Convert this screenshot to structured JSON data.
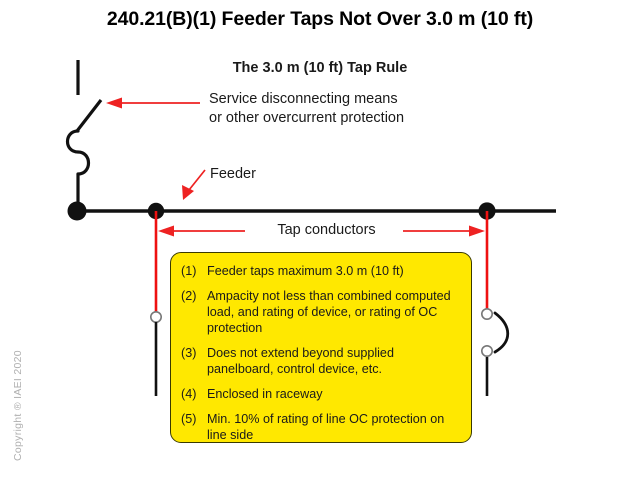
{
  "slide": {
    "title": "240.21(B)(1) Feeder Taps Not Over 3.0 m (10 ft)",
    "subtitle": "The 3.0 m (10 ft) Tap Rule",
    "copyright": "Copyright ® IAEI 2020",
    "background_color": "#ffffff"
  },
  "labels": {
    "service_disconnect": "Service disconnecting means\nor other overcurrent protection",
    "feeder": "Feeder",
    "tap_conductors": "Tap conductors"
  },
  "rules_box": {
    "fill_color": "#FFE800",
    "border_color": "#3a3a00",
    "items": [
      {
        "number": "(1)",
        "text": "Feeder taps maximum 3.0 m (10 ft)"
      },
      {
        "number": "(2)",
        "text": "Ampacity not less than combined computed load, and rating of device, or rating of OC protection"
      },
      {
        "number": "(3)",
        "text": "Does not extend beyond supplied panelboard, control device, etc."
      },
      {
        "number": "(4)",
        "text": "Enclosed in raceway"
      },
      {
        "number": "(5)",
        "text": "Min. 10% of rating of line OC protection on line side"
      }
    ]
  },
  "diagram": {
    "line_color": "#111111",
    "tap_color": "#ee1111",
    "arrow_color": "#ee2222",
    "node_fill": "#111111",
    "terminal_fill": "#ffffff",
    "parts": {
      "breaker_symbol": "circuit-breaker",
      "feeder_line": "horizontal-feeder-bus",
      "left_tap": "tap-conductor-left",
      "right_tap": "tap-conductor-right",
      "right_device": "fused-disconnect"
    }
  }
}
